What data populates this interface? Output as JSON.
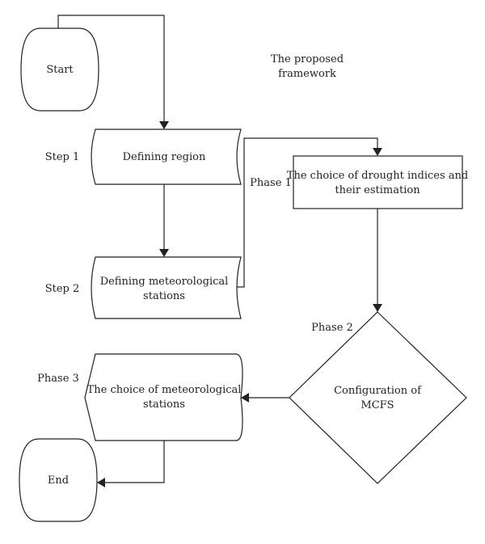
{
  "header": {
    "line1": "The proposed",
    "line2": "framework"
  },
  "nodes": {
    "start": "Start",
    "end": "End",
    "defining_region": "Defining region",
    "defining_stations_line1": "Defining meteorological",
    "defining_stations_line2": "stations",
    "drought_line1": "The choice of drought indices and",
    "drought_line2": "their estimation",
    "config_line1": "Configuration of",
    "config_line2": "MCFS",
    "choice_stations_line1": "The choice of meteorological",
    "choice_stations_line2": "stations"
  },
  "labels": {
    "step1": "Step 1",
    "step2": "Step 2",
    "phase1": "Phase 1",
    "phase2": "Phase 2",
    "phase3": "Phase 3"
  }
}
